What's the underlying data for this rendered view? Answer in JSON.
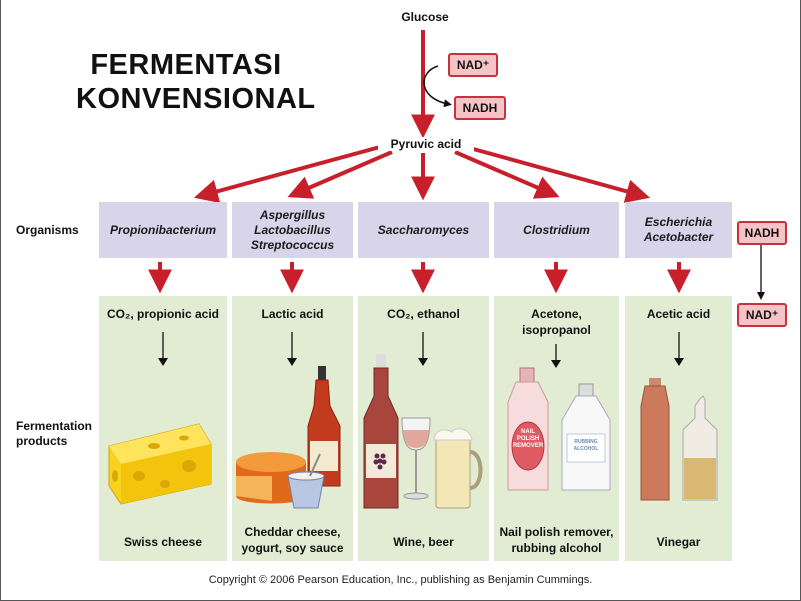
{
  "title": [
    "FERMENTASI",
    "KONVENSIONAL"
  ],
  "glucose": "Glucose",
  "nad_plus": "NAD⁺",
  "nadh": "NADH",
  "pyruvic_acid": "Pyruvic acid",
  "side_labels": {
    "organisms": "Organisms",
    "fermentation_products": [
      "Fermentation",
      "products"
    ]
  },
  "right_cycle": {
    "top": "NADH",
    "bottom": "NAD⁺"
  },
  "columns": [
    {
      "organism": [
        "Propionibacterium"
      ],
      "chemical": [
        "CO₂, propionic acid"
      ],
      "product": [
        "Swiss cheese"
      ]
    },
    {
      "organism": [
        "Aspergillus",
        "Lactobacillus",
        "Streptococcus"
      ],
      "chemical": [
        "Lactic acid"
      ],
      "product": [
        "Cheddar cheese,",
        "yogurt, soy sauce"
      ]
    },
    {
      "organism": [
        "Saccharomyces"
      ],
      "chemical": [
        "CO₂, ethanol"
      ],
      "product": [
        "Wine, beer"
      ]
    },
    {
      "organism": [
        "Clostridium"
      ],
      "chemical": [
        "Acetone,",
        "isopropanol"
      ],
      "product": [
        "Nail polish remover,",
        "rubbing alcohol"
      ]
    },
    {
      "organism": [
        "Escherichia",
        "Acetobacter"
      ],
      "chemical": [
        "Acetic acid"
      ],
      "product": [
        "Vinegar"
      ]
    }
  ],
  "bottle_labels": {
    "nail": [
      "NAIL",
      "POLISH",
      "REMOVER"
    ],
    "rubbing": [
      "RUBBING",
      "ALCOHOL"
    ]
  },
  "colors": {
    "arrow_red": "#c8202b",
    "organism_box": "#d8d4ea",
    "product_box": "#e1ecd3",
    "pill_fill": "#f6c3c6"
  },
  "copyright": "Copyright © 2006 Pearson Education, Inc., publishing as Benjamin Cummings."
}
